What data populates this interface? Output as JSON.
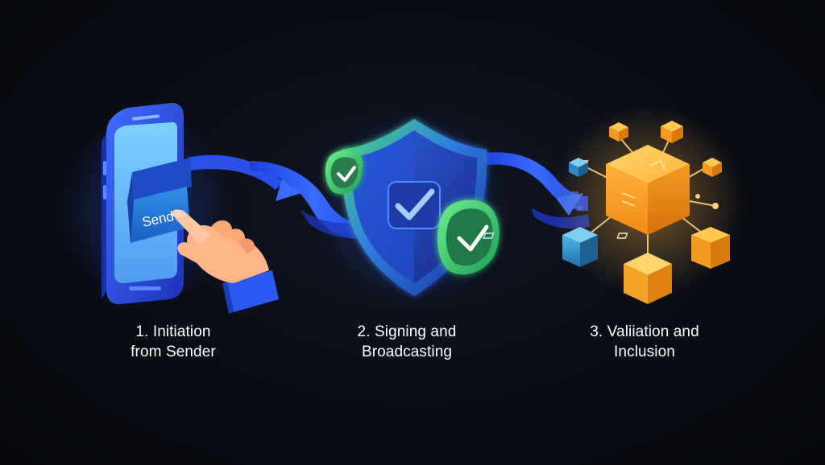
{
  "steps": [
    {
      "icon": "phone-send-icon",
      "button_text": "Send",
      "label_line1": "1. Initiation",
      "label_line2": "from Sender"
    },
    {
      "icon": "shield-check-icon",
      "label_line1": "2. Signing and",
      "label_line2": "Broadcasting"
    },
    {
      "icon": "blockchain-cubes-icon",
      "label_line1": "3. Valiiation and",
      "label_line2": "Inclusion"
    }
  ],
  "colors": {
    "background": "#07090e",
    "arrow_blue": "#2f5bff",
    "phone_blue": "#2a53e8",
    "shield_blue": "#2748c9",
    "check_green": "#36d07c",
    "cube_orange": "#ffa726"
  }
}
